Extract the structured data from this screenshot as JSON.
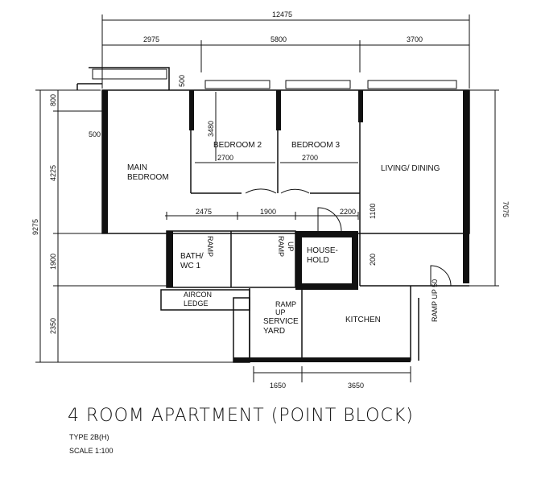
{
  "title": "4 ROOM APARTMENT (POINT BLOCK)",
  "type_label": "TYPE  2B(H)",
  "scale_label": "SCALE   1:100",
  "rooms": {
    "main_bedroom": [
      "MAIN",
      "BEDROOM"
    ],
    "bedroom2": "BEDROOM 2",
    "bedroom3": "BEDROOM 3",
    "living": "LIVING/ DINING",
    "bath1": [
      "BATH/",
      "WC 1"
    ],
    "household": [
      "HOUSE-",
      "HOLD"
    ],
    "ledge": [
      "AIRCON",
      "LEDGE"
    ],
    "service_yard": [
      "SERVICE",
      "YARD"
    ],
    "kitchen": "KITCHEN",
    "ramp": [
      "RAMP",
      "UP"
    ],
    "ramp_vertical": "RAMP",
    "up_vertical": "UP",
    "ramp_right": "RAMP UP 50"
  },
  "dimensions": {
    "total_width": "12475",
    "top": [
      "2975",
      "5800",
      "3700"
    ],
    "left_total": "9275",
    "left": [
      "800",
      "4225",
      "1900",
      "2350"
    ],
    "right_total": "7075",
    "bottom": [
      "1650",
      "3650"
    ],
    "small_500a": "500",
    "small_500b": "500",
    "bed2_depth": "3480",
    "bed2_width": "2700",
    "bed3_width": "2700",
    "inner": [
      "2475",
      "1900",
      "2200"
    ],
    "living_small": "1100",
    "hh_side": "200"
  }
}
